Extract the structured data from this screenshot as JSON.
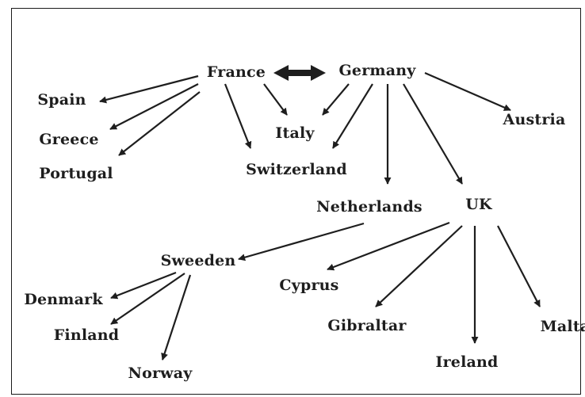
{
  "diagram": {
    "nodes": [
      {
        "id": "france",
        "label": "France"
      },
      {
        "id": "germany",
        "label": "Germany"
      },
      {
        "id": "spain",
        "label": "Spain"
      },
      {
        "id": "greece",
        "label": "Greece"
      },
      {
        "id": "portugal",
        "label": "Portugal"
      },
      {
        "id": "italy",
        "label": "Italy"
      },
      {
        "id": "switzerland",
        "label": "Switzerland"
      },
      {
        "id": "austria",
        "label": "Austria"
      },
      {
        "id": "netherlands",
        "label": "Netherlands"
      },
      {
        "id": "uk",
        "label": "UK"
      },
      {
        "id": "sweeden",
        "label": "Sweeden"
      },
      {
        "id": "cyprus",
        "label": "Cyprus"
      },
      {
        "id": "denmark",
        "label": "Denmark"
      },
      {
        "id": "finland",
        "label": "Finland"
      },
      {
        "id": "norway",
        "label": "Norway"
      },
      {
        "id": "gibraltar",
        "label": "Gibraltar"
      },
      {
        "id": "ireland",
        "label": "Ireland"
      },
      {
        "id": "malta",
        "label": "Malta"
      }
    ],
    "edges": [
      {
        "from": "france",
        "to": "germany",
        "bidirectional": true
      },
      {
        "from": "france",
        "to": "spain"
      },
      {
        "from": "france",
        "to": "greece"
      },
      {
        "from": "france",
        "to": "portugal"
      },
      {
        "from": "france",
        "to": "switzerland"
      },
      {
        "from": "france",
        "to": "italy"
      },
      {
        "from": "germany",
        "to": "italy"
      },
      {
        "from": "germany",
        "to": "switzerland"
      },
      {
        "from": "germany",
        "to": "netherlands"
      },
      {
        "from": "germany",
        "to": "uk"
      },
      {
        "from": "germany",
        "to": "austria"
      },
      {
        "from": "netherlands",
        "to": "sweeden"
      },
      {
        "from": "uk",
        "to": "cyprus"
      },
      {
        "from": "uk",
        "to": "gibraltar"
      },
      {
        "from": "uk",
        "to": "ireland"
      },
      {
        "from": "uk",
        "to": "malta"
      },
      {
        "from": "sweeden",
        "to": "denmark"
      },
      {
        "from": "sweeden",
        "to": "finland"
      },
      {
        "from": "sweeden",
        "to": "norway"
      }
    ],
    "colors": {
      "ink": "#1e1e1e",
      "background": "#ffffff"
    }
  }
}
